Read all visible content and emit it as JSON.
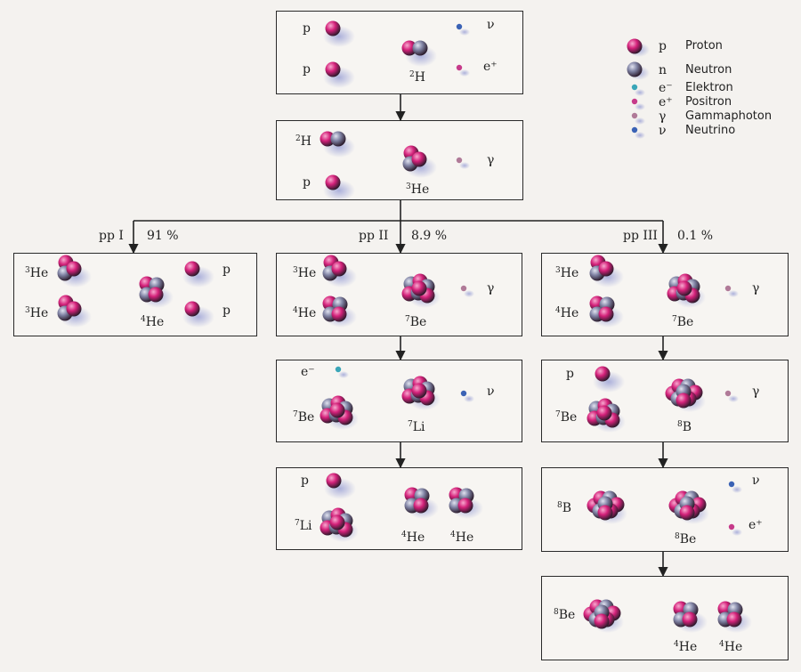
{
  "legend": [
    {
      "symbol": "p",
      "name": "Proton",
      "icon": "proton-icon",
      "color": "#d4217a"
    },
    {
      "symbol": "n",
      "name": "Neutron",
      "icon": "neutron-icon",
      "color": "#7f82a3"
    },
    {
      "symbol": "e⁻",
      "name": "Elektron",
      "icon": "electron-icon",
      "color": "#3aa6b8"
    },
    {
      "symbol": "e⁺",
      "name": "Positron",
      "icon": "positron-icon",
      "color": "#c63a8a"
    },
    {
      "symbol": "γ",
      "name": "Gammaphoton",
      "icon": "gamma-icon",
      "color": "#b07a98"
    },
    {
      "symbol": "ν",
      "name": "Neutrino",
      "icon": "neutrino-icon",
      "color": "#3a62b5"
    }
  ],
  "branches": [
    {
      "name": "pp I",
      "percent": "91 %"
    },
    {
      "name": "pp II",
      "percent": "8.9 %"
    },
    {
      "name": "pp III",
      "percent": "0.1 %"
    }
  ],
  "labels": {
    "r1_in1": "p",
    "r1_in2": "p",
    "r1_out_mass": "2",
    "r1_out_el": "H",
    "r1_nu": "ν",
    "r1_pos": "e⁺",
    "r2_in1_mass": "2",
    "r2_in1_el": "H",
    "r2_in2": "p",
    "r2_out_mass": "3",
    "r2_out_el": "He",
    "r2_gamma": "γ",
    "a_in1_mass": "3",
    "a_in1_el": "He",
    "a_in2_mass": "3",
    "a_in2_el": "He",
    "a_out_mass": "4",
    "a_out_el": "He",
    "a_p1": "p",
    "a_p2": "p",
    "b1_in1_mass": "3",
    "b1_in1_el": "He",
    "b1_in2_mass": "4",
    "b1_in2_el": "He",
    "b1_out_mass": "7",
    "b1_out_el": "Be",
    "b1_gamma": "γ",
    "b2_in1": "e⁻",
    "b2_in2_mass": "7",
    "b2_in2_el": "Be",
    "b2_out_mass": "7",
    "b2_out_el": "Li",
    "b2_nu": "ν",
    "b3_in1": "p",
    "b3_in2_mass": "7",
    "b3_in2_el": "Li",
    "b3_out1_mass": "4",
    "b3_out1_el": "He",
    "b3_out2_mass": "4",
    "b3_out2_el": "He",
    "c1_in1_mass": "3",
    "c1_in1_el": "He",
    "c1_in2_mass": "4",
    "c1_in2_el": "He",
    "c1_out_mass": "7",
    "c1_out_el": "Be",
    "c1_gamma": "γ",
    "c2_in1": "p",
    "c2_in2_mass": "7",
    "c2_in2_el": "Be",
    "c2_out_mass": "8",
    "c2_out_el": "B",
    "c2_gamma": "γ",
    "c3_in_mass": "8",
    "c3_in_el": "B",
    "c3_out_mass": "8",
    "c3_out_el": "Be",
    "c3_nu": "ν",
    "c3_pos": "e⁺",
    "c4_in_mass": "8",
    "c4_in_el": "Be",
    "c4_out1_mass": "4",
    "c4_out1_el": "He",
    "c4_out2_mass": "4",
    "c4_out2_el": "He"
  }
}
